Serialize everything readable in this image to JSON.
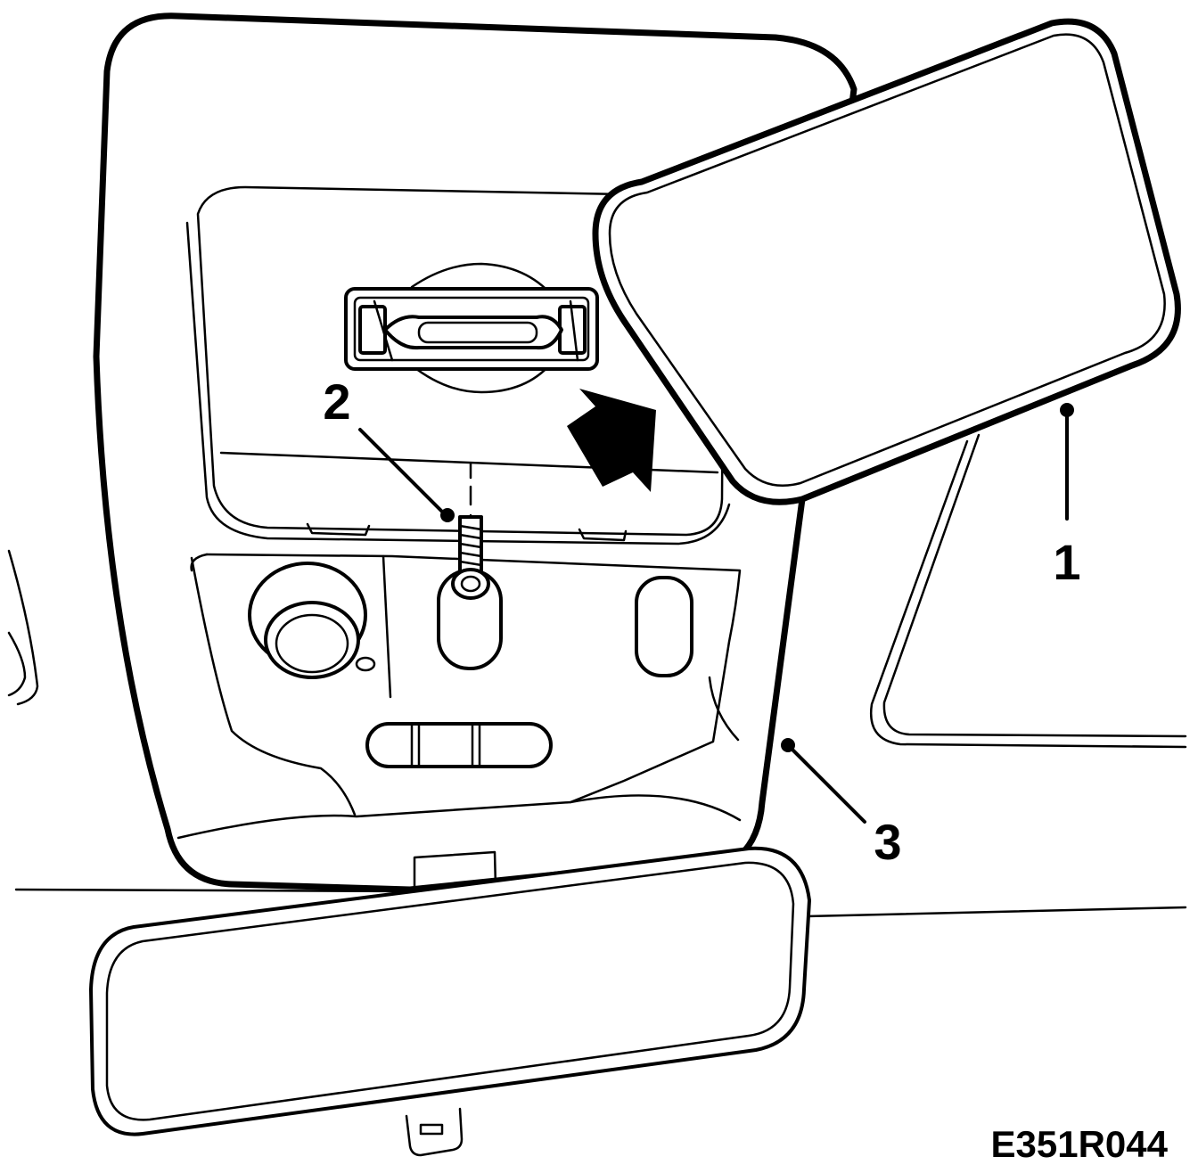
{
  "callouts": [
    {
      "id": "1",
      "text": "1"
    },
    {
      "id": "2",
      "text": "2"
    },
    {
      "id": "3",
      "text": "3"
    }
  ],
  "figure_code": "E351R044"
}
